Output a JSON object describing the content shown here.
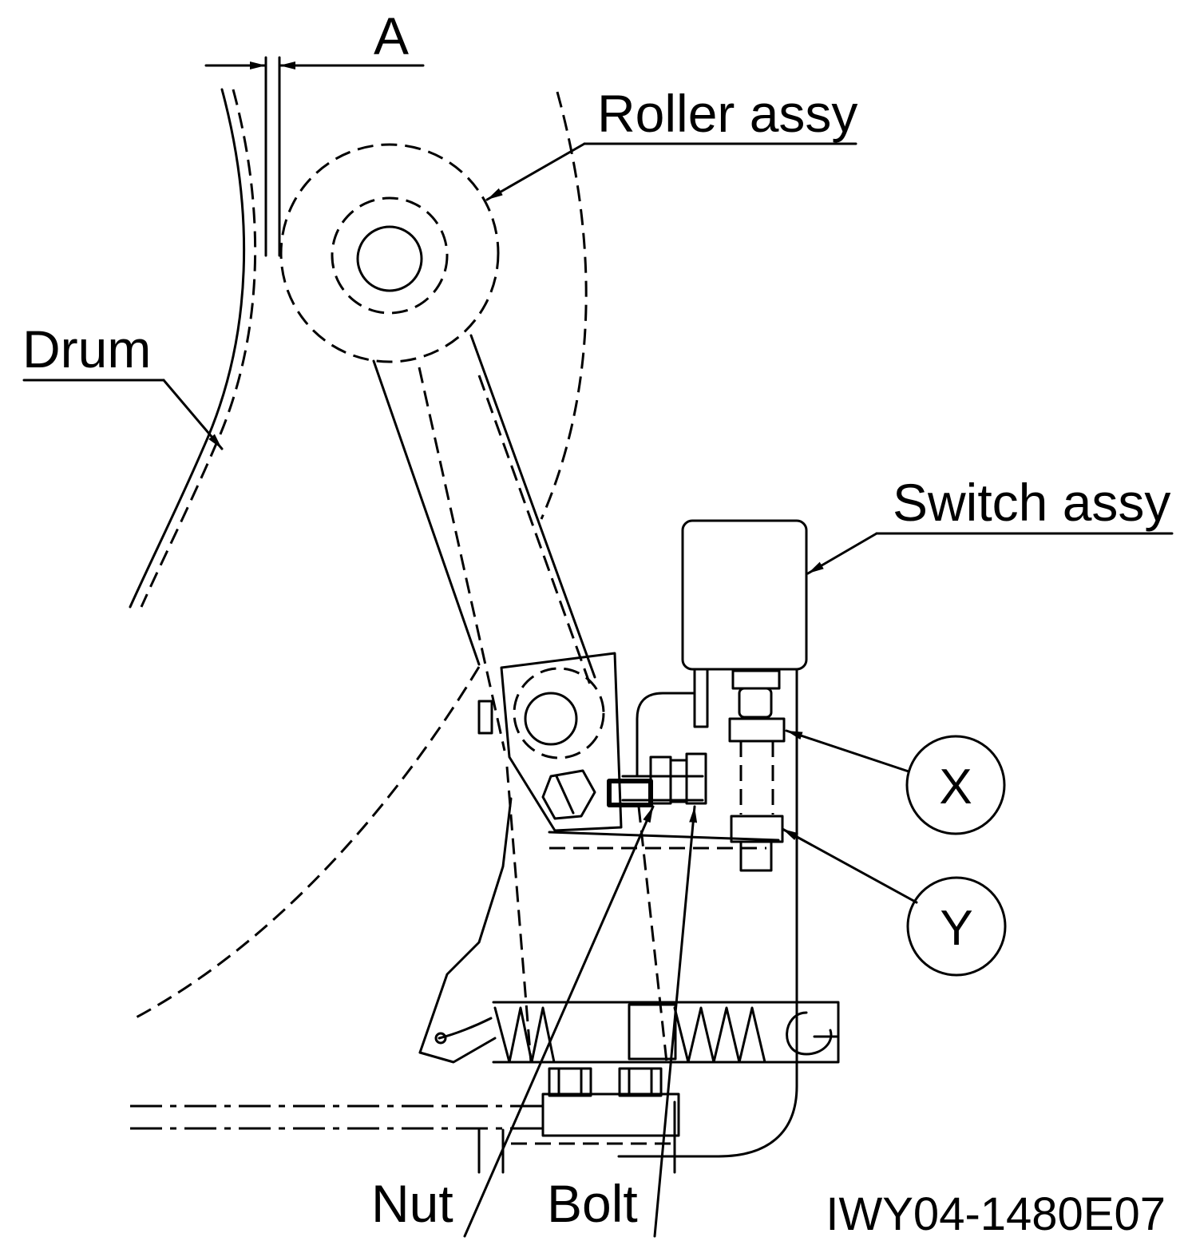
{
  "diagram": {
    "labels": {
      "dimension": "A",
      "roller": "Roller assy",
      "drum": "Drum",
      "switch": "Switch assy",
      "x": "X",
      "y": "Y",
      "nut": "Nut",
      "bolt": "Bolt",
      "figure_code": "IWY04-1480E07"
    }
  }
}
